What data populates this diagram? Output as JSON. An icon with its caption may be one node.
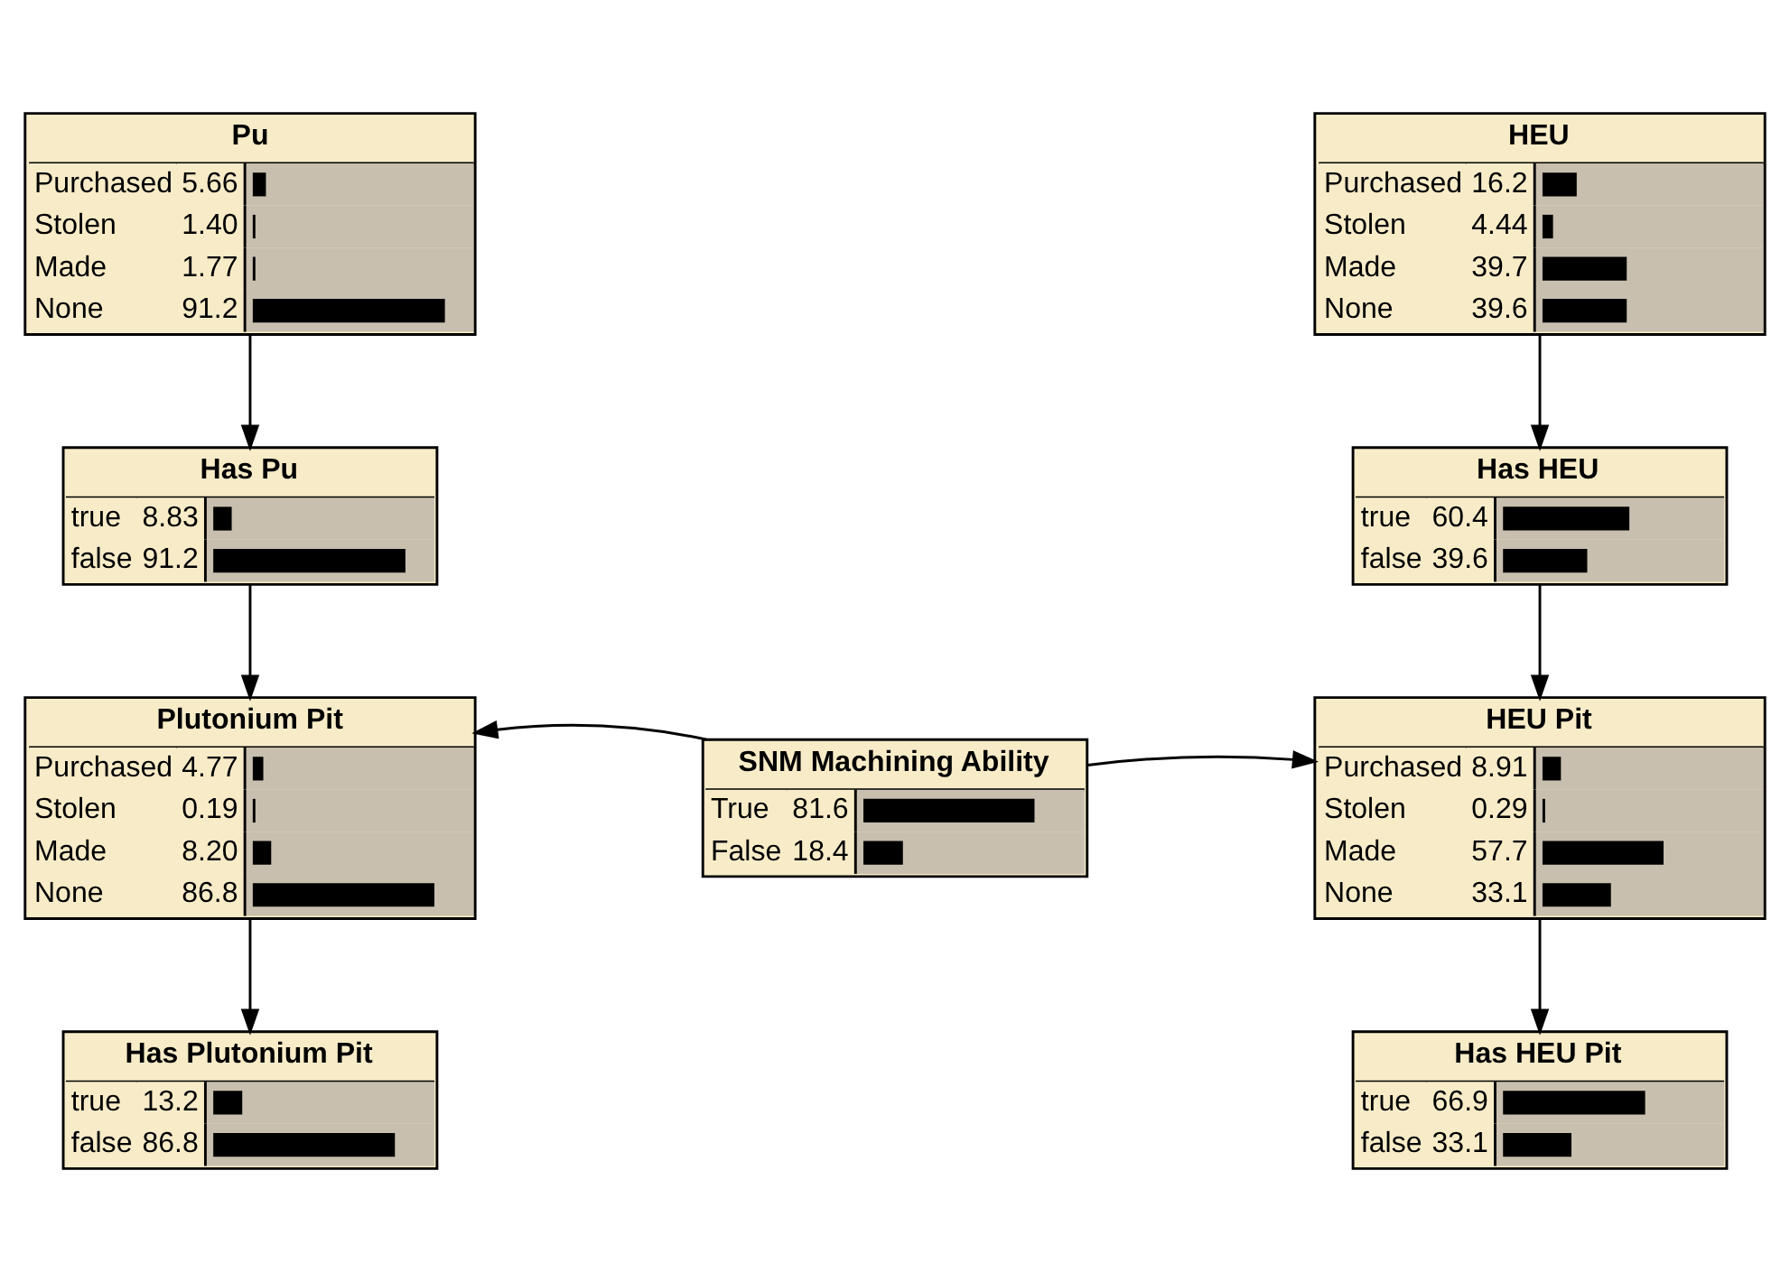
{
  "diagram": {
    "nodes": [
      {
        "text": [
          "Pu",
          "Purchased",
          "5.66",
          "Stolen",
          "1.40",
          "Made",
          "1.77",
          "None",
          "91.2"
        ]
      },
      {
        "text": [
          "Has Pu",
          "true",
          "8.83",
          "false",
          "91.2"
        ]
      },
      {
        "text": [
          "Plutonium Pit",
          "Purchased",
          "4.77",
          "Stolen",
          "0.19",
          "Made",
          "8.20",
          "None",
          "86.8"
        ]
      },
      {
        "text": [
          "Has Plutonium Pit",
          "true",
          "13.2",
          "false",
          "86.8"
        ]
      },
      {
        "text": [
          "SNM Machining Ability",
          "True",
          "81.6",
          "False",
          "18.4"
        ]
      },
      {
        "text": [
          "HEU",
          "Purchased",
          "16.2",
          "Stolen",
          "4.44",
          "Made",
          "39.7",
          "None",
          "39.6"
        ]
      },
      {
        "text": [
          "Has HEU",
          "true",
          "60.4",
          "false",
          "39.6"
        ]
      },
      {
        "text": [
          "HEU Pit",
          "Purchased",
          "8.91",
          "Stolen",
          "0.29",
          "Made",
          "57.7",
          "None",
          "33.1"
        ]
      },
      {
        "text": [
          "Has HEU Pit",
          "true",
          "66.9",
          "false",
          "33.1"
        ]
      }
    ],
    "edges": [
      {
        "from": 0,
        "to": 1,
        "arrow": "to"
      },
      {
        "from": 1,
        "to": 2,
        "arrow": "to"
      },
      {
        "from": 2,
        "to": 3,
        "arrow": "to"
      },
      {
        "from": 4,
        "to": 2,
        "arrow": "to"
      },
      {
        "from": 4,
        "to": 7,
        "arrow": "to"
      },
      {
        "from": 5,
        "to": 6,
        "arrow": "to"
      },
      {
        "from": 6,
        "to": 7,
        "arrow": "to"
      },
      {
        "from": 7,
        "to": 8,
        "arrow": "to"
      }
    ]
  }
}
